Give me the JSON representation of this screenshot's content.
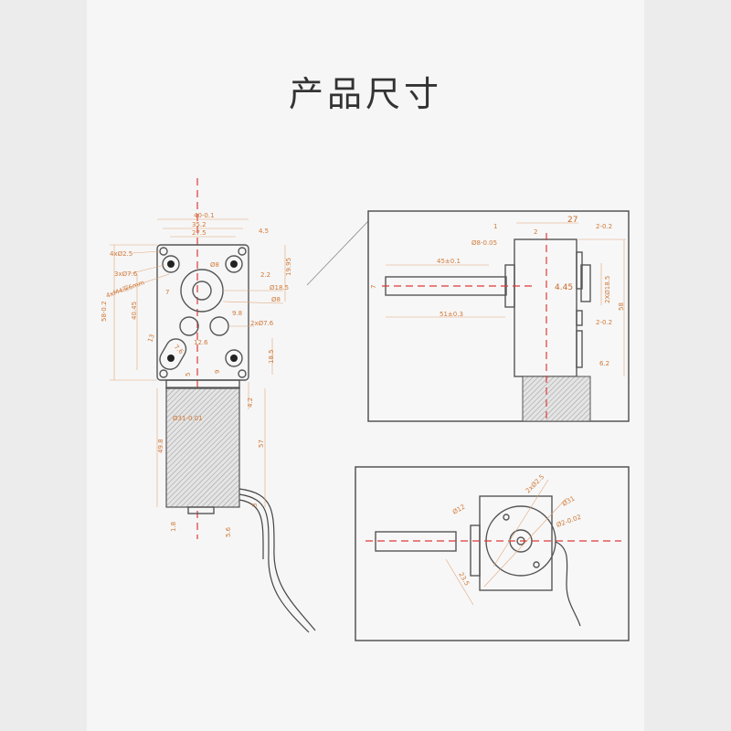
{
  "title": "产品尺寸",
  "front_view": {
    "labels": [
      "40-0.1",
      "35.2",
      "27.5",
      "4.5",
      "4xØ2.5",
      "3xØ7.6",
      "4xM4深6mm",
      "Ø8",
      "2.2",
      "19.95",
      "Ø18.5",
      "Ø8",
      "7",
      "58-0.2",
      "40.45",
      "9.8",
      "2xØ7.6",
      "13",
      "7.6",
      "12.6",
      "18.5",
      "5",
      "9"
    ]
  },
  "motor_view": {
    "labels": [
      "Ø31-0.01",
      "4.2",
      "49.8",
      "57",
      "3",
      "1.8",
      "5.6"
    ]
  },
  "side_view": {
    "labels": [
      "27",
      "1",
      "2",
      "2-0.2",
      "Ø8-0.05",
      "45±0.1",
      "7",
      "4.45",
      "2XØ18.5",
      "58",
      "51±0.3",
      "2-0.2",
      "6.2"
    ]
  },
  "end_view": {
    "labels": [
      "2xØ2.5",
      "Ø12",
      "Ø31",
      "Ø2-0.02",
      "23.5"
    ]
  },
  "colors": {
    "dimension": "#d07a3a",
    "centerline": "#e03a3a",
    "outline": "#555555"
  }
}
